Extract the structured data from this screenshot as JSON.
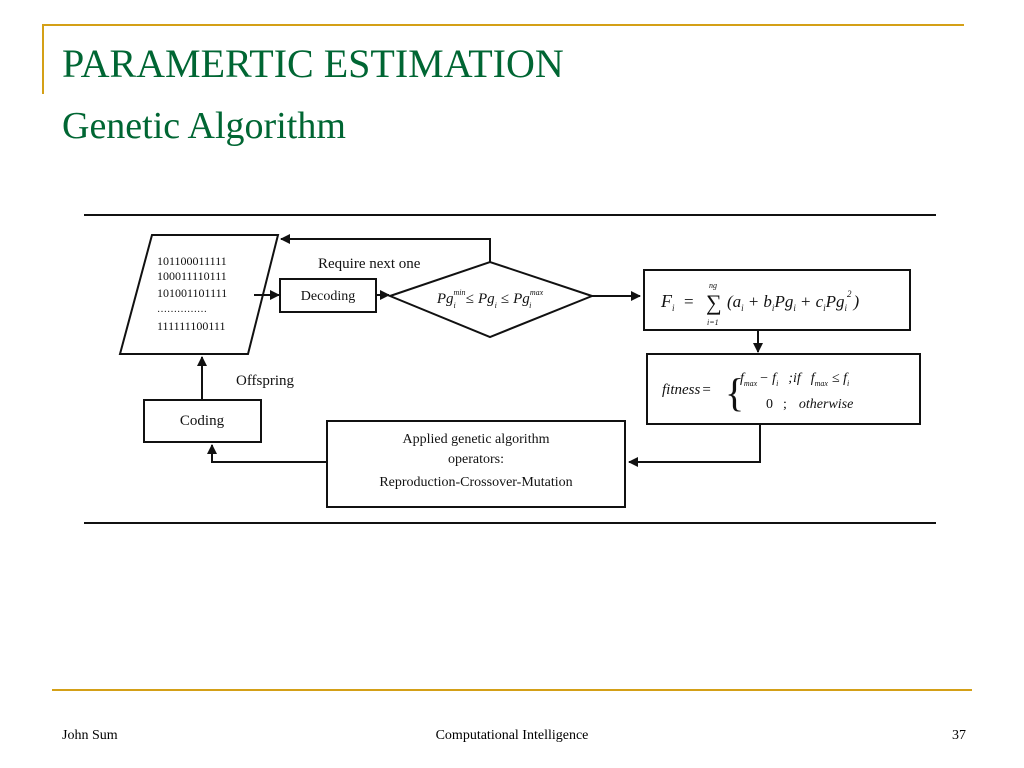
{
  "slide": {
    "title": "PARAMERTIC ESTIMATION",
    "subtitle": "Genetic Algorithm"
  },
  "diagram": {
    "chromosomes": [
      "101100011111",
      "100011110111",
      "101001101111",
      "……………",
      "111111100111"
    ],
    "require_next": "Require next one",
    "decoding": "Decoding",
    "constraint": {
      "a": "Pg",
      "a_sup": "min",
      "a_sub": "i",
      "rel1": "≤",
      "b": "Pg",
      "b_sub": "i",
      "rel2": "≤",
      "c": "Pg",
      "c_sup": "max",
      "c_sub": "i"
    },
    "objective": {
      "lhs": "F",
      "lhs_sub": "i",
      "eq": "=",
      "sum_top": "ng",
      "sum_bottom": "i=1",
      "body_1": "(a",
      "body_2": "+ b",
      "body_3": "Pg",
      "body_4": "+ c",
      "body_5": "Pg",
      "body_sup": "2",
      "body_end": ")",
      "sub_i": "i"
    },
    "fitness": {
      "label": "fitness",
      "eq": "=",
      "row1_f": "f",
      "row1_fsub": "max",
      "row1_minus": "− f",
      "row1_isub": "i",
      "row1_if": ";if",
      "row1_cond": "f",
      "row1_condsub": "max",
      "row1_le": "≤ f",
      "row1_le_sub": "i",
      "row2_zero": "0",
      "row2_semi": ";",
      "row2_other": "otherwise"
    },
    "operators": [
      "Applied genetic algorithm",
      "operators:",
      "Reproduction-Crossover-Mutation"
    ],
    "coding": "Coding",
    "offspring": "Offspring"
  },
  "footer": {
    "author": "John Sum",
    "course": "Computational Intelligence",
    "page": "37"
  }
}
